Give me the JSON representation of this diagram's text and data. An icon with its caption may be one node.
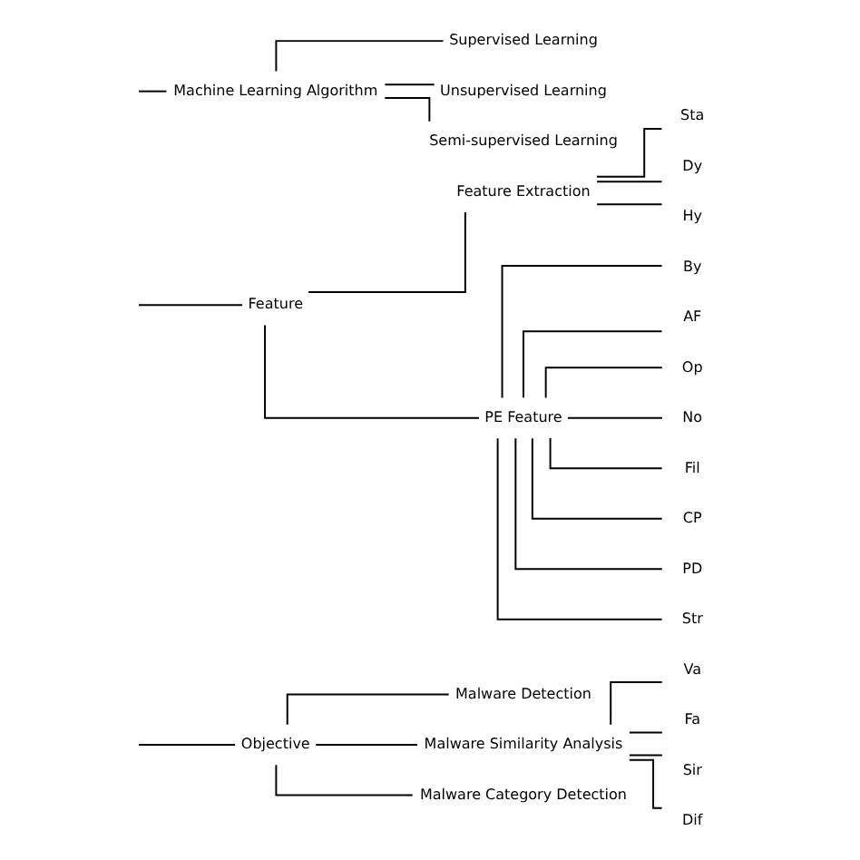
{
  "diagram": {
    "nodes": [
      {
        "text": [
          "Objective"
        ]
      },
      {
        "text": [
          "Malware Detection"
        ]
      },
      {
        "text": [
          "Malware Similarity Analysis"
        ]
      },
      {
        "text": [
          "Malware Category Detection"
        ]
      },
      {
        "text": [
          "Va"
        ]
      },
      {
        "text": [
          "Fa"
        ]
      },
      {
        "text": [
          "Sir"
        ]
      },
      {
        "text": [
          "Dif"
        ]
      },
      {
        "text": [
          "Feature"
        ]
      },
      {
        "text": [
          "Feature Extraction"
        ]
      },
      {
        "text": [
          "PE Feature"
        ]
      },
      {
        "text": [
          "Sta"
        ]
      },
      {
        "text": [
          "Dy"
        ]
      },
      {
        "text": [
          "Hy"
        ]
      },
      {
        "text": [
          "By"
        ]
      },
      {
        "text": [
          "AF"
        ]
      },
      {
        "text": [
          "Op"
        ]
      },
      {
        "text": [
          "No"
        ]
      },
      {
        "text": [
          "Fil"
        ]
      },
      {
        "text": [
          "CP"
        ]
      },
      {
        "text": [
          "PD"
        ]
      },
      {
        "text": [
          "Str"
        ]
      },
      {
        "text": [
          "Machine Learning Algorithm"
        ]
      },
      {
        "text": [
          "Supervised Learning"
        ]
      },
      {
        "text": [
          "Unsupervised Learning"
        ]
      },
      {
        "text": [
          "Semi-supervised Learning"
        ]
      }
    ],
    "edges": [
      {
        "from": null,
        "to": 0,
        "arrow": "none"
      },
      {
        "from": 0,
        "to": 1,
        "arrow": "none"
      },
      {
        "from": 0,
        "to": 2,
        "arrow": "none"
      },
      {
        "from": 0,
        "to": 3,
        "arrow": "none"
      },
      {
        "from": 2,
        "to": 4,
        "arrow": "none"
      },
      {
        "from": 2,
        "to": 5,
        "arrow": "none"
      },
      {
        "from": 2,
        "to": 6,
        "arrow": "none"
      },
      {
        "from": 2,
        "to": 7,
        "arrow": "none"
      },
      {
        "from": null,
        "to": 8,
        "arrow": "none"
      },
      {
        "from": 8,
        "to": 9,
        "arrow": "none"
      },
      {
        "from": 8,
        "to": 10,
        "arrow": "none"
      },
      {
        "from": 9,
        "to": 11,
        "arrow": "none"
      },
      {
        "from": 9,
        "to": 12,
        "arrow": "none"
      },
      {
        "from": 9,
        "to": 13,
        "arrow": "none"
      },
      {
        "from": 10,
        "to": 14,
        "arrow": "none"
      },
      {
        "from": 10,
        "to": 15,
        "arrow": "none"
      },
      {
        "from": 10,
        "to": 16,
        "arrow": "none"
      },
      {
        "from": 10,
        "to": 17,
        "arrow": "none"
      },
      {
        "from": 10,
        "to": 18,
        "arrow": "none"
      },
      {
        "from": 10,
        "to": 19,
        "arrow": "none"
      },
      {
        "from": 10,
        "to": 20,
        "arrow": "none"
      },
      {
        "from": 10,
        "to": 21,
        "arrow": "none"
      },
      {
        "from": null,
        "to": 22,
        "arrow": "none"
      },
      {
        "from": 22,
        "to": 23,
        "arrow": "none"
      },
      {
        "from": 22,
        "to": 24,
        "arrow": "none"
      },
      {
        "from": 22,
        "to": 25,
        "arrow": "none"
      }
    ]
  }
}
